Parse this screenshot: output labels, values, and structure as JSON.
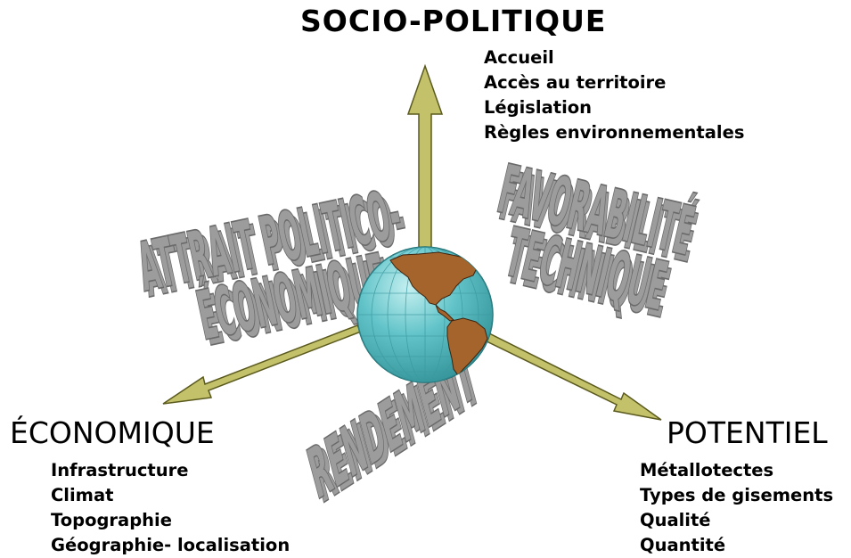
{
  "axes": {
    "top": {
      "title": "SOCIO-POLITIQUE",
      "items": [
        "Accueil",
        "Accès au territoire",
        "Législation",
        "Règles environnementales"
      ]
    },
    "left": {
      "title": "ÉCONOMIQUE",
      "items": [
        "Infrastructure",
        "Climat",
        "Topographie",
        "Géographie- localisation"
      ]
    },
    "right": {
      "title": "POTENTIEL",
      "items": [
        "Métallotectes",
        "Types de gisements",
        "Qualité",
        "Quantité"
      ]
    }
  },
  "planes": {
    "upper_left": {
      "line1": "ATTRAIT POLITICO-",
      "line2": "ÉCONOMIQUE"
    },
    "upper_right": {
      "line1": "FAVORABILITÉ",
      "line2": "TECHNIQUE"
    },
    "bottom": {
      "line1": "RENDEMENT"
    }
  },
  "colors": {
    "arrow_fill": "#c3c26a",
    "arrow_stroke": "#5b5a1e",
    "globe_ocean": "#62c4c9",
    "globe_land": "#a5642c",
    "extruded_text": "#9c9c9c"
  },
  "icons": {
    "globe": "globe-americas-icon"
  }
}
